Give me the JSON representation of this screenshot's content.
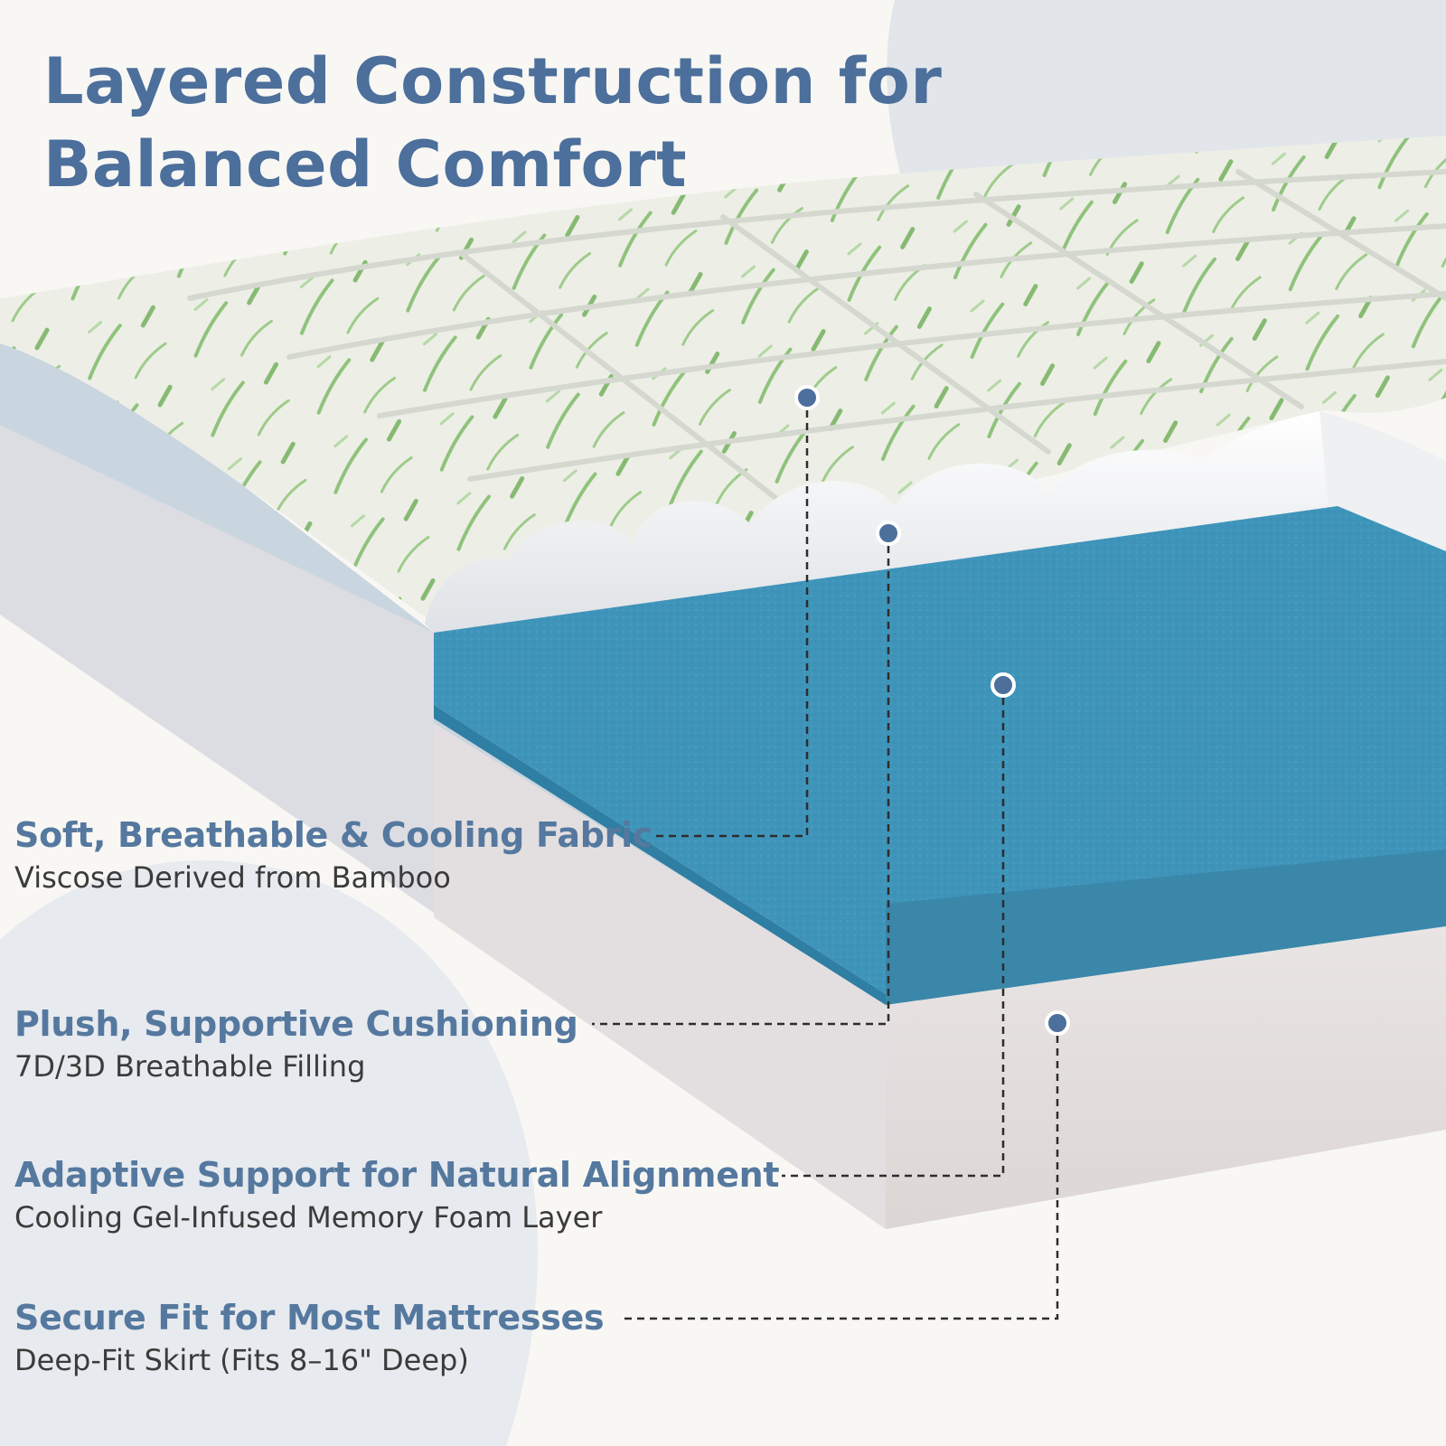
{
  "title": {
    "line1": "Layered Construction for",
    "line2": "Balanced Comfort"
  },
  "callouts": [
    {
      "heading": "Soft, Breathable & Cooling Fabric",
      "detail": "Viscose Derived from Bamboo"
    },
    {
      "heading": "Plush, Supportive Cushioning",
      "detail": "7D/3D Breathable Filling"
    },
    {
      "heading": "Adaptive Support for Natural Alignment",
      "detail": "Cooling Gel-Infused Memory Foam Layer"
    },
    {
      "heading": "Secure Fit for Most Mattresses",
      "detail": "Deep-Fit Skirt (Fits 8–16\" Deep)"
    }
  ],
  "colors": {
    "background": "#f8f7f3",
    "accent_blue": "#4c6f9c",
    "foam_blue": "#3f93b9",
    "fabric": "#eceee6",
    "bamboo_green": "#7fb36a",
    "skirt": "#ddd6d4"
  }
}
